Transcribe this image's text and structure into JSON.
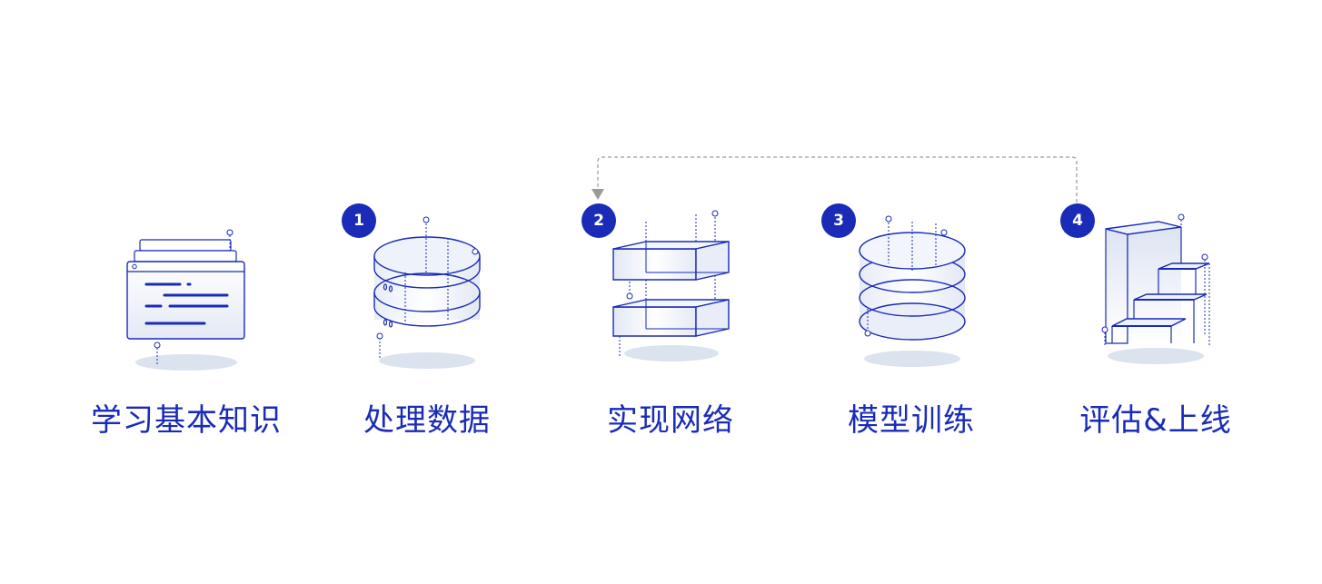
{
  "colors": {
    "primary": "#1a2bb8",
    "shadow": "#dbe3ef",
    "fill_light": "#e7ecf6",
    "connector": "#9a9a9a"
  },
  "steps": [
    {
      "label": "学习基本知识",
      "badge": "",
      "icon": "document-stack-icon"
    },
    {
      "label": "处理数据",
      "badge": "1",
      "icon": "data-rings-icon"
    },
    {
      "label": "实现网络",
      "badge": "2",
      "icon": "network-blocks-icon"
    },
    {
      "label": "模型训练",
      "badge": "3",
      "icon": "stacked-discs-icon"
    },
    {
      "label": "评估&上线",
      "badge": "4",
      "icon": "staircase-icon"
    }
  ],
  "loop_connector": {
    "from_step": "4",
    "to_step": "2",
    "style": "dashed-arrow"
  }
}
